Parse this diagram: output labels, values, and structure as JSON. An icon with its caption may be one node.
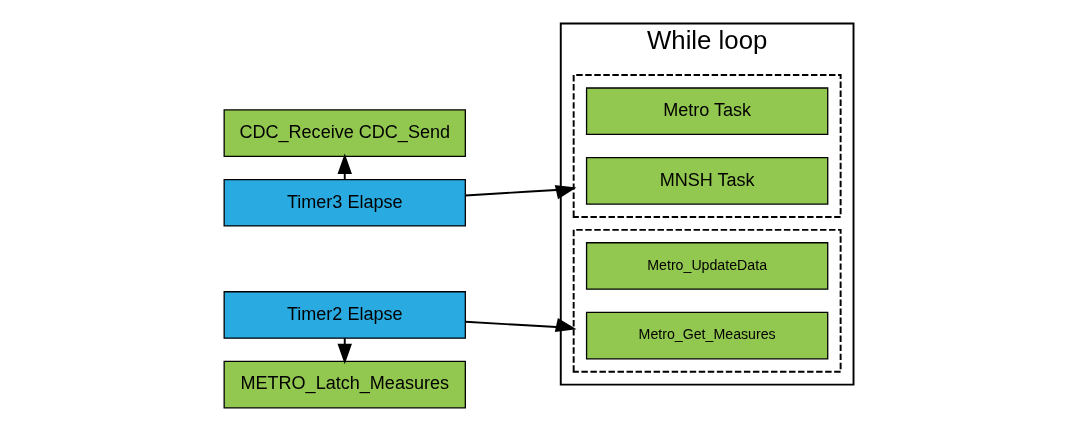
{
  "diagram": {
    "nodes": [
      {
        "text": [
          "CDC_Receive CDC_Send"
        ]
      },
      {
        "text": [
          "Timer3 Elapse"
        ]
      },
      {
        "text": [
          "Timer2 Elapse"
        ]
      },
      {
        "text": [
          "METRO_Latch_Measures"
        ]
      },
      {
        "text": [
          "While loop"
        ]
      },
      {
        "text": [],
        "shape": "box",
        "in": 4
      },
      {
        "text": [
          "MNSH Task"
        ],
        "in": 5
      },
      {
        "text": [
          "Metro Task"
        ],
        "in": 5
      },
      {
        "text": [],
        "shape": "box",
        "in": 4
      },
      {
        "text": [
          "Metro_Get_Measures"
        ],
        "in": 8
      },
      {
        "text": [
          "Metro_UpdateData"
        ],
        "in": 8
      }
    ],
    "edges": [
      {
        "from": 1,
        "to": 0,
        "arrow": "to"
      },
      {
        "from": 1,
        "to": 5,
        "arrow": "to"
      },
      {
        "from": 2,
        "to": 8,
        "arrow": "to"
      },
      {
        "from": 2,
        "to": 3,
        "arrow": "to"
      }
    ]
  }
}
